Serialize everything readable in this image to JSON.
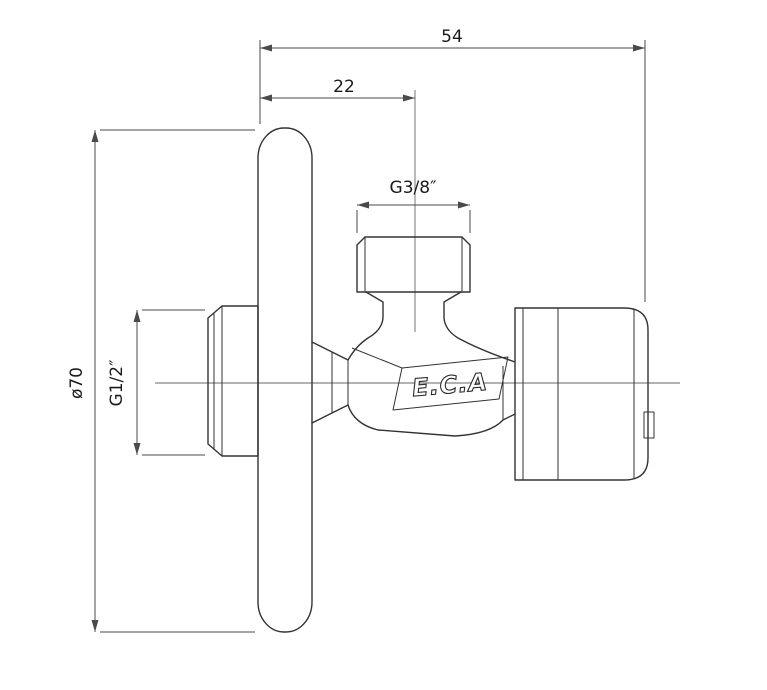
{
  "diagram": {
    "type": "technical-drawing",
    "subject": "angle-valve-side-view",
    "brand_logo": "E.C.A",
    "dimensions": {
      "total_width": "54",
      "outlet_offset": "22",
      "top_thread": "G3/8″",
      "side_thread": "G1/2″",
      "flange_diameter": "ø70"
    },
    "colors": {
      "line": "#333333",
      "dimension_line": "#4a4a4a",
      "centerline": "#666666",
      "text": "#1a1a1a",
      "background": "#ffffff"
    }
  }
}
